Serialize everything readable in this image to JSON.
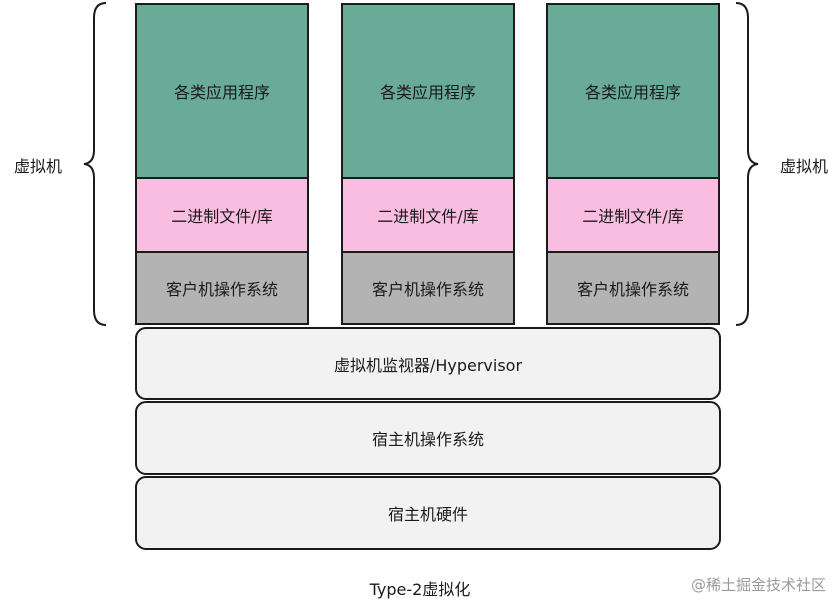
{
  "virtual_machines": [
    {
      "apps": "各类应用程序",
      "binaries": "二进制文件/库",
      "guest_os": "客户机操作系统"
    },
    {
      "apps": "各类应用程序",
      "binaries": "二进制文件/库",
      "guest_os": "客户机操作系统"
    },
    {
      "apps": "各类应用程序",
      "binaries": "二进制文件/库",
      "guest_os": "客户机操作系统"
    }
  ],
  "layers": {
    "hypervisor": "虚拟机监视器/Hypervisor",
    "host_os": "宿主机操作系统",
    "host_hardware": "宿主机硬件"
  },
  "side_labels": {
    "left": "虚拟机",
    "right": "虚拟机"
  },
  "caption": "Type-2虚拟化",
  "watermark": "@稀土掘金技术社区",
  "colors": {
    "apps": "#6aab98",
    "binaries": "#f9bde1",
    "guest_os": "#b3b3b3",
    "layers": "#f2f2f2"
  }
}
